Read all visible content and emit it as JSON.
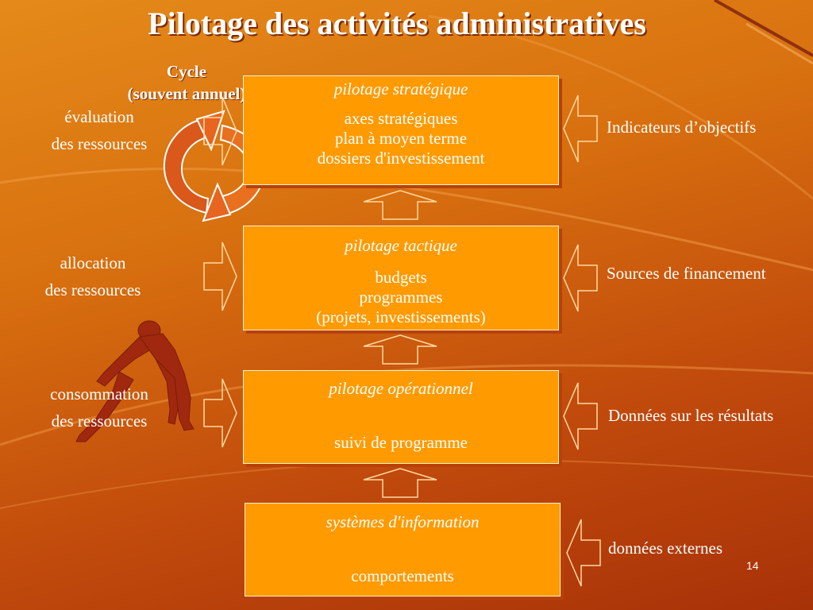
{
  "title": "Pilotage des activités administratives",
  "cycle": {
    "line1": "Cycle",
    "line2": "(souvent annuel)"
  },
  "left_labels": [
    {
      "line1": "évaluation",
      "line2": "des ressources"
    },
    {
      "line1": "allocation",
      "line2": "des ressources"
    },
    {
      "line1": "consommation",
      "line2": "des ressources"
    }
  ],
  "boxes": [
    {
      "heading": "pilotage stratégique",
      "lines": [
        "axes stratégiques",
        "plan à moyen terme",
        "dossiers d'investissement"
      ]
    },
    {
      "heading": "pilotage tactique",
      "lines": [
        "budgets",
        "programmes",
        "(projets, investissements)"
      ]
    },
    {
      "heading": "pilotage opérationnel",
      "lines": [
        "suivi de programme"
      ]
    },
    {
      "heading": "systèmes d'information",
      "lines": [
        "comportements"
      ]
    }
  ],
  "right_labels": [
    "Indicateurs d’objectifs",
    "Sources de financement",
    "Données sur les résultats",
    "données externes"
  ],
  "page_number": "14",
  "colors": {
    "box_fill": "#ff9a00",
    "text": "#ffffff",
    "background_top": "#e58a1a",
    "background_bottom": "#a83208"
  }
}
